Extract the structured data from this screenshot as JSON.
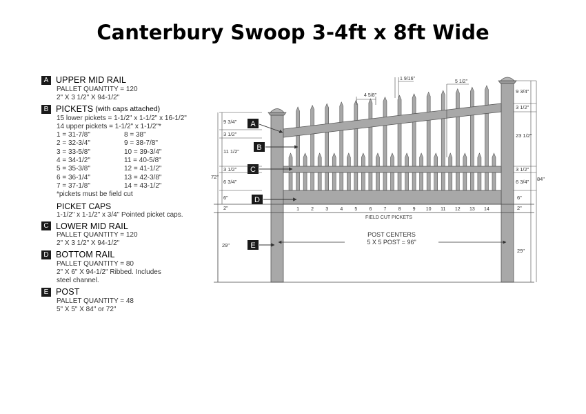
{
  "title": "Canterbury Swoop 3-4ft x 8ft Wide",
  "legend": {
    "A": {
      "badge": "A",
      "name": "UPPER MID RAIL",
      "lines": [
        "PALLET QUANTITY = 120",
        "2\" X 3 1/2\" X 94-1/2\""
      ]
    },
    "B": {
      "badge": "B",
      "name": "PICKETS",
      "note": "(with caps attached)",
      "lines": [
        "15 lower pickets = 1-1/2\" x 1-1/2\" x 16-1/2\"",
        "14 upper pickets = 1-1/2\" x 1-1/2\"*"
      ],
      "sizes": [
        "1 = 31-7/8\"",
        "8 = 38\"",
        "2 = 32-3/4\"",
        "9 = 38-7/8\"",
        "3 = 33-5/8\"",
        "10 = 39-3/4\"",
        "4 = 34-1/2\"",
        "11 = 40-5/8\"",
        "5 = 35-3/8\"",
        "12 = 41-1/2\"",
        "6 = 36-1/4\"",
        "13 = 42-3/8\"",
        "7 = 37-1/8\"",
        "14 = 43-1/2\""
      ],
      "footnote": "*pickets must be field cut"
    },
    "caps": {
      "name": "PICKET CAPS",
      "lines": [
        "1-1/2\" x 1-1/2\" x 3/4\" Pointed picket caps."
      ]
    },
    "C": {
      "badge": "C",
      "name": "LOWER MID RAIL",
      "lines": [
        "PALLET QUANTITY = 120",
        "2\" X 3 1/2\" X 94-1/2\""
      ]
    },
    "D": {
      "badge": "D",
      "name": "BOTTOM RAIL",
      "lines": [
        "PALLET QUANTITY = 80",
        "2\" X 6\" X 94-1/2\" Ribbed. Includes",
        "steel channel."
      ]
    },
    "E": {
      "badge": "E",
      "name": "POST",
      "lines": [
        "PALLET QUANTITY = 48",
        "5\" X 5\" X 84\" or 72\""
      ]
    }
  },
  "diagram": {
    "picket_numbers": [
      "1",
      "2",
      "3",
      "4",
      "5",
      "6",
      "7",
      "8",
      "9",
      "10",
      "11",
      "12",
      "13",
      "14"
    ],
    "field_cut_label": "FIELD CUT PICKETS",
    "post_centers_label": "POST CENTERS",
    "post_centers_value": "5 X 5 POST = 96\"",
    "callouts": [
      "A",
      "B",
      "C",
      "D",
      "E"
    ],
    "left_dims": [
      "9 3/4\"",
      "3 1/2\"",
      "11 1/2\"",
      "3 1/2\"",
      "6 3/4\"",
      "6\"",
      "2\"",
      "29\"",
      "72\""
    ],
    "right_dims": [
      "9 3/4\"",
      "3 1/2\"",
      "23 1/2\"",
      "3 1/2\"",
      "6 3/4\"",
      "6\"",
      "2\"",
      "29\"",
      "84\""
    ],
    "top_dims": [
      "4 5/8\"",
      "1 9/16\"",
      "5 1/2\""
    ],
    "colors": {
      "wood": "#a8a8a8",
      "wood_dark": "#8f8f8f",
      "line": "#444444",
      "badge": "#1a1a1a"
    }
  }
}
